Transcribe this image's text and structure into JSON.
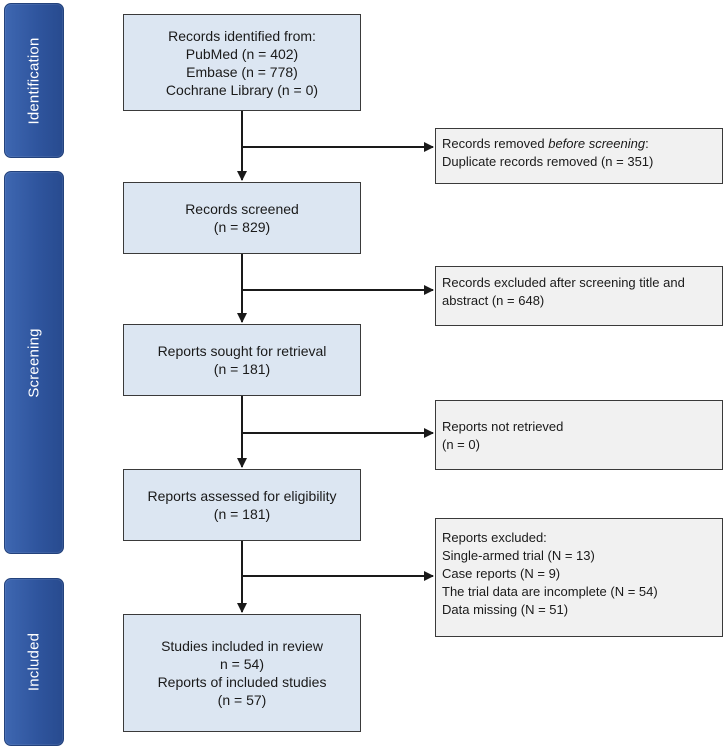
{
  "phases": {
    "identification": "Identification",
    "screening": "Screening",
    "included": "Included"
  },
  "identification_box": {
    "heading": "Records identified from:",
    "pubmed": "PubMed (n = 402)",
    "embase": "Embase (n = 778)",
    "cochrane": "Cochrane Library (n = 0)"
  },
  "removed_box": {
    "lead": "Records removed ",
    "emphasis": "before screening",
    "trail": ":",
    "duplicates": "Duplicate records removed  (n = 351)"
  },
  "screened_box": {
    "label": "Records screened",
    "count": "(n = 829)"
  },
  "excluded_screening_box": {
    "text": "Records excluded after screening title and abstract (n = 648)"
  },
  "retrieval_box": {
    "label": "Reports sought for retrieval",
    "count": "(n = 181)"
  },
  "not_retrieved_box": {
    "label": "Reports not retrieved",
    "count": "(n = 0)"
  },
  "eligibility_box": {
    "label": "Reports assessed for eligibility",
    "count": "(n = 181)"
  },
  "excluded_reports_box": {
    "heading": "Reports excluded:",
    "reasons": [
      "Single-armed trial (N = 13)",
      "Case reports (N = 9)",
      "The trial data are incomplete (N = 54)",
      "Data missing (N = 51)"
    ]
  },
  "included_box": {
    "studies_label": "Studies included in review",
    "studies_count": "n = 54)",
    "reports_label": "Reports of included studies",
    "reports_count": "(n = 57)"
  },
  "colors": {
    "phase_blue": "#2f559e",
    "main_box_fill": "#dce6f2",
    "side_box_fill": "#f1f1f1",
    "arrow": "#1a1a1a"
  }
}
